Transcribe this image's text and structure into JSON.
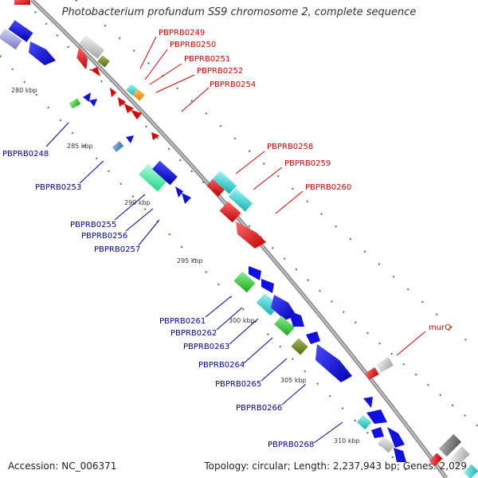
{
  "title": "Photobacterium profundum SS9 chromosome 2, complete sequence",
  "accession": "Accession: NC_006371",
  "topology": "Topology: circular; Length: 2,237,943 bp; Genes: 2,029",
  "colors": {
    "backbone": "#999999",
    "label_red": "#dd0000",
    "label_blue": "#0000aa",
    "dot_green": "#2a8a2a"
  },
  "ticks": [
    "280 kbp",
    "285 kbp",
    "290 kbp",
    "295 kbp",
    "300 kbp",
    "305 kbp",
    "310 kbp"
  ],
  "labels_red": [
    "PBPRB0249",
    "PBPRB0250",
    "PBPRB0251",
    "PBPRB0252",
    "PBPRB0254",
    "PBPRB0258",
    "PBPRB0259",
    "PBPRB0260",
    "murQ"
  ],
  "labels_blue": [
    "PBPRB0248",
    "PBPRB0253",
    "PBPRB0255",
    "PBPRB0256",
    "PBPRB0257",
    "PBPRB0261",
    "PBPRB0262",
    "PBPRB0263",
    "PBPRB0264",
    "PBPRB0265",
    "PBPRB0266",
    "PBPRB0268"
  ]
}
